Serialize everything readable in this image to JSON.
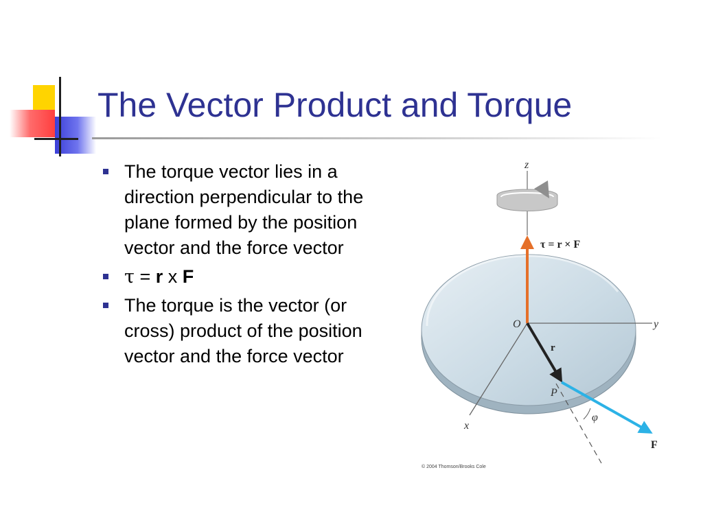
{
  "slide": {
    "title": "The Vector Product and Torque",
    "bullets": [
      "The torque vector lies in a direction perpendicular to the plane formed by the position vector and the force vector",
      {
        "tau": "τ",
        "eq": " = ",
        "r": "r",
        "x": " x ",
        "F": "F"
      },
      "The torque is the vector (or cross) product of the position vector and the force vector"
    ]
  },
  "figure": {
    "axis_z": "z",
    "axis_y": "y",
    "axis_x": "x",
    "origin": "O",
    "point": "P",
    "tau_label": "τ = r × F",
    "r_label": "r",
    "phi_label": "φ",
    "F_label": "F",
    "copyright": "© 2004 Thomson/Brooks Cole",
    "colors": {
      "torque_arrow": "#e5702a",
      "force_arrow": "#2cb2e6",
      "position_arrow": "#222222",
      "disk": "#cfdde6"
    }
  },
  "theme": {
    "title_color": "#2e3292",
    "bullet_color": "#2e3292"
  }
}
